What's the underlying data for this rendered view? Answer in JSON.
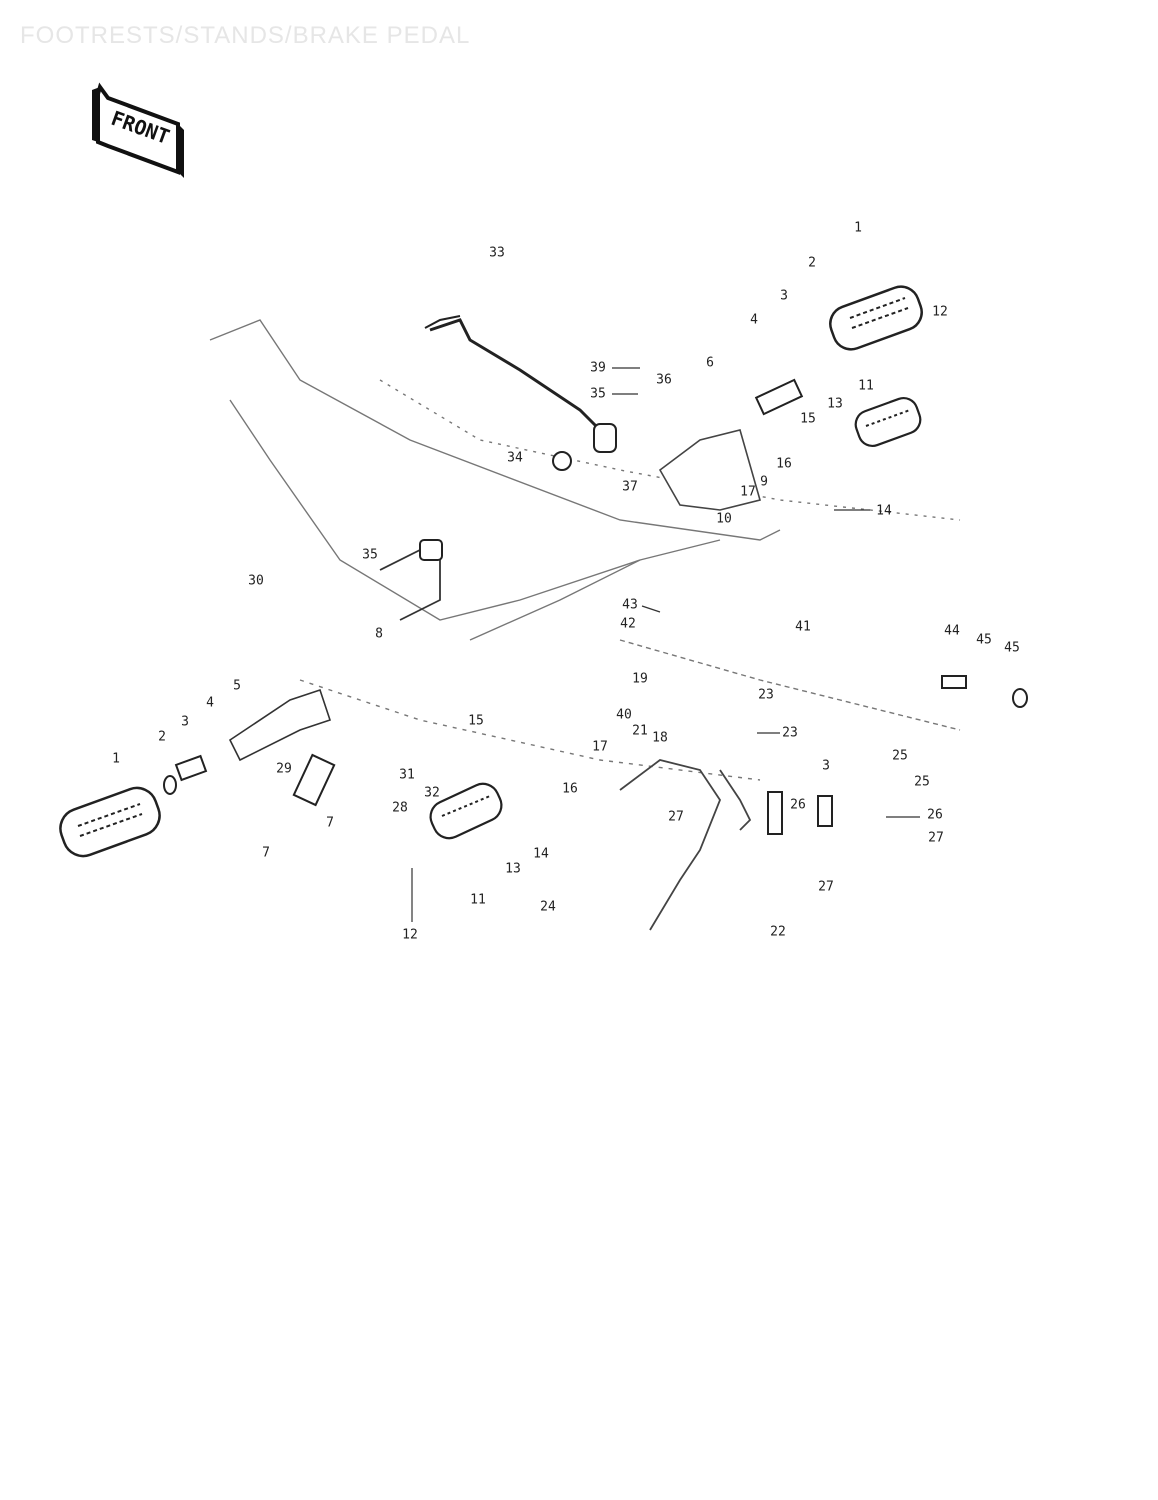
{
  "page": {
    "title": "FOOTRESTS/STANDS/BRAKE PEDAL",
    "front_label": "FRONT"
  },
  "callouts": [
    {
      "id": "c1a",
      "text": "1"
    },
    {
      "id": "c2a",
      "text": "2"
    },
    {
      "id": "c3a",
      "text": "3"
    },
    {
      "id": "c4a",
      "text": "4"
    },
    {
      "id": "c12a",
      "text": "12"
    },
    {
      "id": "c33",
      "text": "33"
    },
    {
      "id": "c39",
      "text": "39"
    },
    {
      "id": "c35a",
      "text": "35"
    },
    {
      "id": "c36",
      "text": "36"
    },
    {
      "id": "c6",
      "text": "6"
    },
    {
      "id": "c11a",
      "text": "11"
    },
    {
      "id": "c13a",
      "text": "13"
    },
    {
      "id": "c15a",
      "text": "15"
    },
    {
      "id": "c16a",
      "text": "16"
    },
    {
      "id": "c34",
      "text": "34"
    },
    {
      "id": "c37",
      "text": "37"
    },
    {
      "id": "c17a",
      "text": "17"
    },
    {
      "id": "c9",
      "text": "9"
    },
    {
      "id": "c10",
      "text": "10"
    },
    {
      "id": "c14a",
      "text": "14"
    },
    {
      "id": "c35b",
      "text": "35"
    },
    {
      "id": "c30",
      "text": "30"
    },
    {
      "id": "c8",
      "text": "8"
    },
    {
      "id": "c43",
      "text": "43"
    },
    {
      "id": "c42",
      "text": "42"
    },
    {
      "id": "c41",
      "text": "41"
    },
    {
      "id": "c44",
      "text": "44"
    },
    {
      "id": "c45a",
      "text": "45"
    },
    {
      "id": "c45b",
      "text": "45"
    },
    {
      "id": "c5",
      "text": "5"
    },
    {
      "id": "c4b",
      "text": "4"
    },
    {
      "id": "c3b",
      "text": "3"
    },
    {
      "id": "c2b",
      "text": "2"
    },
    {
      "id": "c1b",
      "text": "1"
    },
    {
      "id": "c19",
      "text": "19"
    },
    {
      "id": "c40",
      "text": "40"
    },
    {
      "id": "c15b",
      "text": "15"
    },
    {
      "id": "c21",
      "text": "21"
    },
    {
      "id": "c18",
      "text": "18"
    },
    {
      "id": "c17b",
      "text": "17"
    },
    {
      "id": "c23a",
      "text": "23"
    },
    {
      "id": "c23b",
      "text": "23"
    },
    {
      "id": "c29",
      "text": "29"
    },
    {
      "id": "c31",
      "text": "31"
    },
    {
      "id": "c32",
      "text": "32"
    },
    {
      "id": "c28",
      "text": "28"
    },
    {
      "id": "c16b",
      "text": "16"
    },
    {
      "id": "c7a",
      "text": "7"
    },
    {
      "id": "c7b",
      "text": "7"
    },
    {
      "id": "c13b",
      "text": "13"
    },
    {
      "id": "c14b",
      "text": "14"
    },
    {
      "id": "c11b",
      "text": "11"
    },
    {
      "id": "c12b",
      "text": "12"
    },
    {
      "id": "c24",
      "text": "24"
    },
    {
      "id": "c22",
      "text": "22"
    },
    {
      "id": "c27a",
      "text": "27"
    },
    {
      "id": "c26a",
      "text": "26"
    },
    {
      "id": "c3c",
      "text": "3"
    },
    {
      "id": "c25a",
      "text": "25"
    },
    {
      "id": "c25b",
      "text": "25"
    },
    {
      "id": "c26b",
      "text": "26"
    },
    {
      "id": "c27b",
      "text": "27"
    },
    {
      "id": "c27c",
      "text": "27"
    }
  ]
}
